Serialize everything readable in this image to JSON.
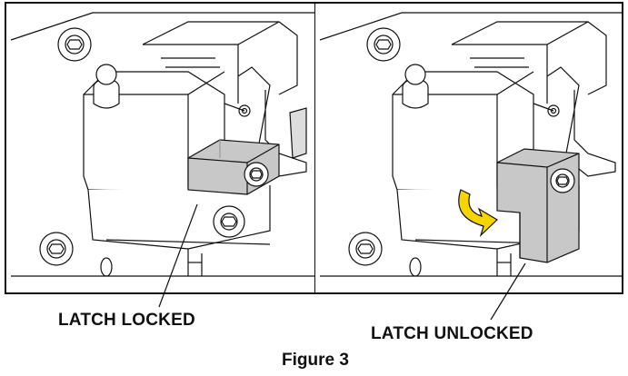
{
  "labels": {
    "latch_locked": "LATCH LOCKED",
    "latch_unlocked": "LATCH UNLOCKED"
  },
  "caption": "Figure 3",
  "colors": {
    "latch_gray": "#c8c8c8",
    "arrow_yellow": "#f5d400",
    "line": "#111111"
  },
  "icons": [
    "curved-rotation-arrow-icon"
  ]
}
